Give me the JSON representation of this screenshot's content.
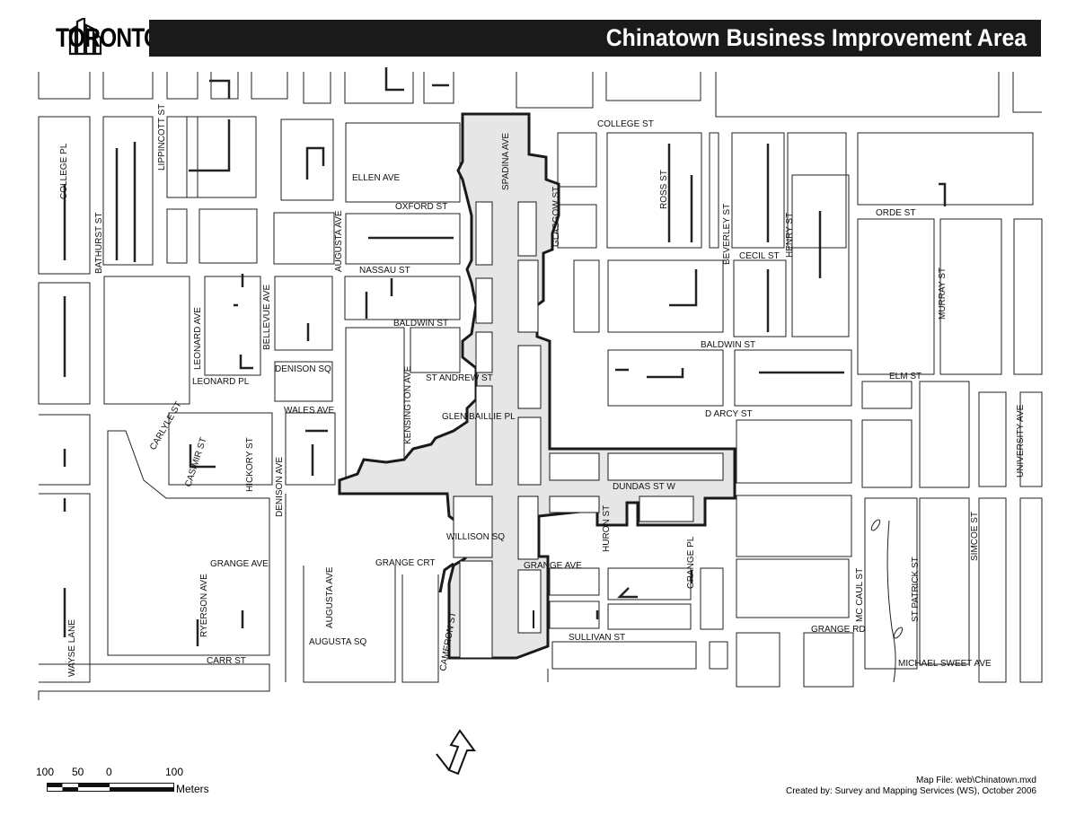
{
  "header": {
    "logo_text": "TORONTO",
    "title": "Chinatown Business Improvement Area"
  },
  "streets": {
    "college_st": "COLLEGE ST",
    "lippincott_st": "LIPPINCOTT ST",
    "college_pl": "COLLEGE PL",
    "bathurst_st": "BATHURST ST",
    "ellen_ave": "ELLEN AVE",
    "oxford_st": "OXFORD ST",
    "augusta_ave_n": "AUGUSTA AVE",
    "nassau_st": "NASSAU ST",
    "spadina_ave": "SPADINA AVE",
    "glasgow_st": "GLASGOW ST",
    "ross_st": "ROSS ST",
    "beverley_st": "BEVERLEY ST",
    "henry_st": "HENRY ST",
    "cecil_st": "CECIL ST",
    "orde_st": "ORDE ST",
    "murray_st": "MURRAY ST",
    "leonard_ave": "LEONARD AVE",
    "bellevue_ave": "BELLEVUE AVE",
    "baldwin_st_w": "BALDWIN ST",
    "baldwin_st_e": "BALDWIN ST",
    "denison_sq": "DENISON SQ",
    "leonard_pl": "LEONARD PL",
    "st_andrew_st": "ST ANDREW ST",
    "kensington_ave": "KENSINGTON AVE",
    "elm_st": "ELM ST",
    "wales_ave": "WALES AVE",
    "glen_baillie_pl": "GLEN BAILLIE PL",
    "darcy_st": "D ARCY ST",
    "carlyle_st": "CARLYLE ST",
    "casimir_st": "CASIMIR ST",
    "hickory_st": "HICKORY ST",
    "denison_ave": "DENISON AVE",
    "dundas_st_w": "DUNDAS ST W",
    "university_ave": "UNIVERSITY AVE",
    "willison_sq": "WILLISON SQ",
    "huron_st": "HURON ST",
    "grange_ave_w": "GRANGE AVE",
    "grange_crt": "GRANGE CRT",
    "grange_ave_e": "GRANGE AVE",
    "grange_pl": "GRANGE PL",
    "mccaul_st": "MC CAUL ST",
    "st_patrick_st": "ST PATRICK ST",
    "simcoe_st": "SIMCOE ST",
    "ryerson_ave": "RYERSON AVE",
    "augusta_ave_s": "AUGUSTA AVE",
    "augusta_sq": "AUGUSTA SQ",
    "cameron_st": "CAMERON ST",
    "sullivan_st": "SULLIVAN ST",
    "grange_rd": "GRANGE RD",
    "carr_st": "CARR ST",
    "waysé_lane": "WAYSE LANE",
    "michael_sweet_ave": "MICHAEL SWEET AVE"
  },
  "scale": {
    "labels": [
      "100",
      "50",
      "0",
      "100"
    ],
    "unit": "Meters"
  },
  "footer": {
    "map_file": "Map File: web\\Chinatown.mxd",
    "created_by": "Created by: Survey and Mapping Services (WS), October 2006"
  },
  "colors": {
    "bia_fill": "#e6e6e6",
    "boundary": "#1a1a1a",
    "header_bg": "#1a1a1a"
  }
}
